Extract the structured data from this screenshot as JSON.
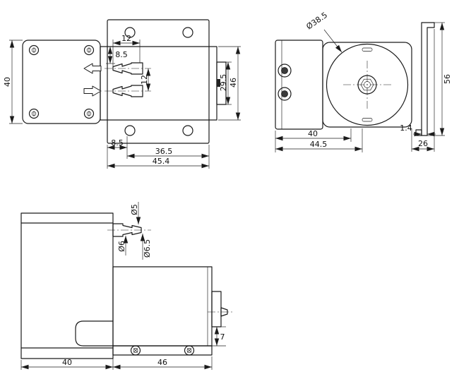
{
  "views": {
    "side": {
      "dims": {
        "motor_height": "40",
        "port_length": "12",
        "port_offset": "8.5",
        "port_spacing": "12",
        "outlet_height": "29.5",
        "body_height": "46",
        "hole_offset": "8.5",
        "hole_span": "36.5",
        "overall_width": "45.4"
      }
    },
    "front": {
      "dims": {
        "head_diameter": "Ø38.5",
        "body_width": "40",
        "overall_width": "44.5",
        "plate_thickness": "1.4",
        "bracket_depth": "26",
        "overall_height": "56"
      }
    },
    "bottom": {
      "dims": {
        "tip_diameter": "Ø5",
        "mid_diameter": "Ø6",
        "base_diameter": "Ø6.5",
        "motor_width": "40",
        "housing_width": "46",
        "outlet_offset": "7"
      }
    }
  }
}
